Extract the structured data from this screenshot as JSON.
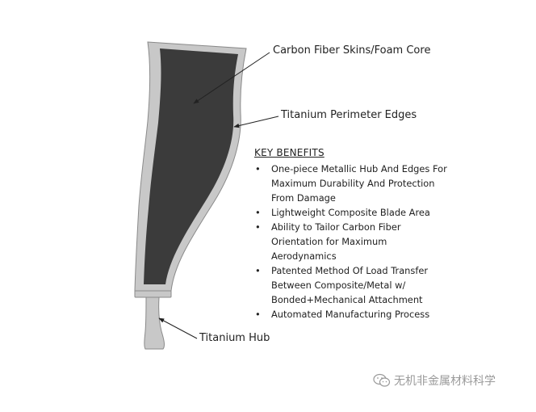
{
  "labels": {
    "carbon": "Carbon Fiber Skins/Foam Core",
    "perimeter": "Titanium Perimeter Edges",
    "hub": "Titanium Hub"
  },
  "benefits": {
    "title": "KEY BENEFITS",
    "items": [
      "One-piece Metallic Hub And Edges For Maximum Durability And Protection From Damage",
      "Lightweight Composite Blade Area",
      "Ability to Tailor Carbon Fiber Orientation for Maximum Aerodynamics",
      "Patented Method Of Load Transfer Between Composite/Metal w/ Bonded+Mechanical Attachment",
      "Automated Manufacturing Process"
    ]
  },
  "watermark": "无机非金属材料科学",
  "colors": {
    "titanium": "#c8c8c8",
    "titanium_outline": "#8a8a8a",
    "carbon": "#3b3b3b",
    "arrow": "#222222"
  },
  "icons": [
    "wechat-icon"
  ]
}
